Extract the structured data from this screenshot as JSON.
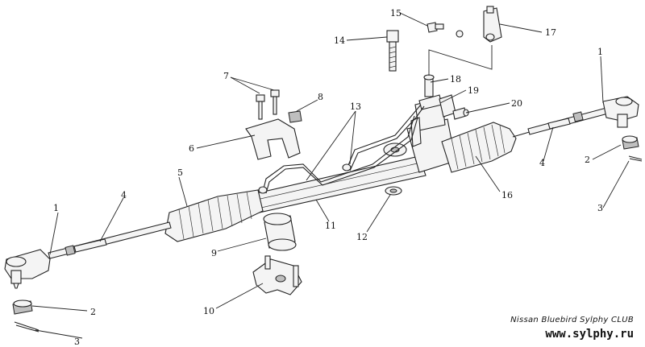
{
  "diagram": {
    "callouts": [
      {
        "id": "c1a",
        "label": "1"
      },
      {
        "id": "c1b",
        "label": "1"
      },
      {
        "id": "c2a",
        "label": "2"
      },
      {
        "id": "c2b",
        "label": "2"
      },
      {
        "id": "c3a",
        "label": "3"
      },
      {
        "id": "c3b",
        "label": "3"
      },
      {
        "id": "c4a",
        "label": "4"
      },
      {
        "id": "c4b",
        "label": "4"
      },
      {
        "id": "c5",
        "label": "5"
      },
      {
        "id": "c6",
        "label": "6"
      },
      {
        "id": "c7",
        "label": "7"
      },
      {
        "id": "c8",
        "label": "8"
      },
      {
        "id": "c9",
        "label": "9"
      },
      {
        "id": "c10",
        "label": "10"
      },
      {
        "id": "c11",
        "label": "11"
      },
      {
        "id": "c12",
        "label": "12"
      },
      {
        "id": "c13",
        "label": "13"
      },
      {
        "id": "c14",
        "label": "14"
      },
      {
        "id": "c15",
        "label": "15"
      },
      {
        "id": "c16",
        "label": "16"
      },
      {
        "id": "c17",
        "label": "17"
      },
      {
        "id": "c18",
        "label": "18"
      },
      {
        "id": "c19",
        "label": "19"
      },
      {
        "id": "c20",
        "label": "20"
      }
    ]
  },
  "credits": {
    "club": "Nissan Bluebird Sylphy CLUB",
    "site": "www.sylphy.ru"
  }
}
